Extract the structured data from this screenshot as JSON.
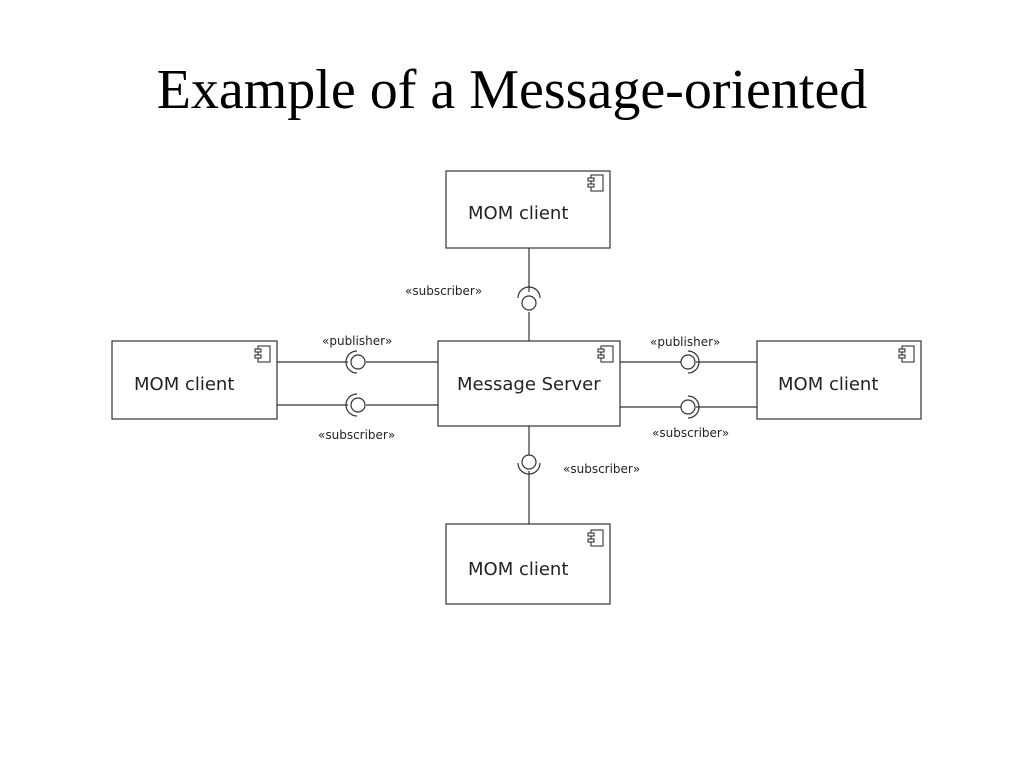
{
  "slide": {
    "title": "Example of a Message-oriented"
  },
  "diagram": {
    "components": {
      "top_client": "MOM client",
      "left_client": "MOM client",
      "server": "Message Server",
      "right_client": "MOM client",
      "bottom_client": "MOM client"
    },
    "stereotypes": {
      "top_subscriber": "«subscriber»",
      "left_publisher": "«publisher»",
      "left_subscriber": "«subscriber»",
      "right_publisher": "«publisher»",
      "right_subscriber": "«subscriber»",
      "bottom_subscriber": "«subscriber»"
    },
    "colors": {
      "line": "#333333",
      "text": "#222222",
      "background": "#ffffff"
    },
    "icons": {
      "component": "uml-component-icon",
      "provided_interface": "interface-ball-icon",
      "required_interface": "interface-socket-icon"
    }
  }
}
